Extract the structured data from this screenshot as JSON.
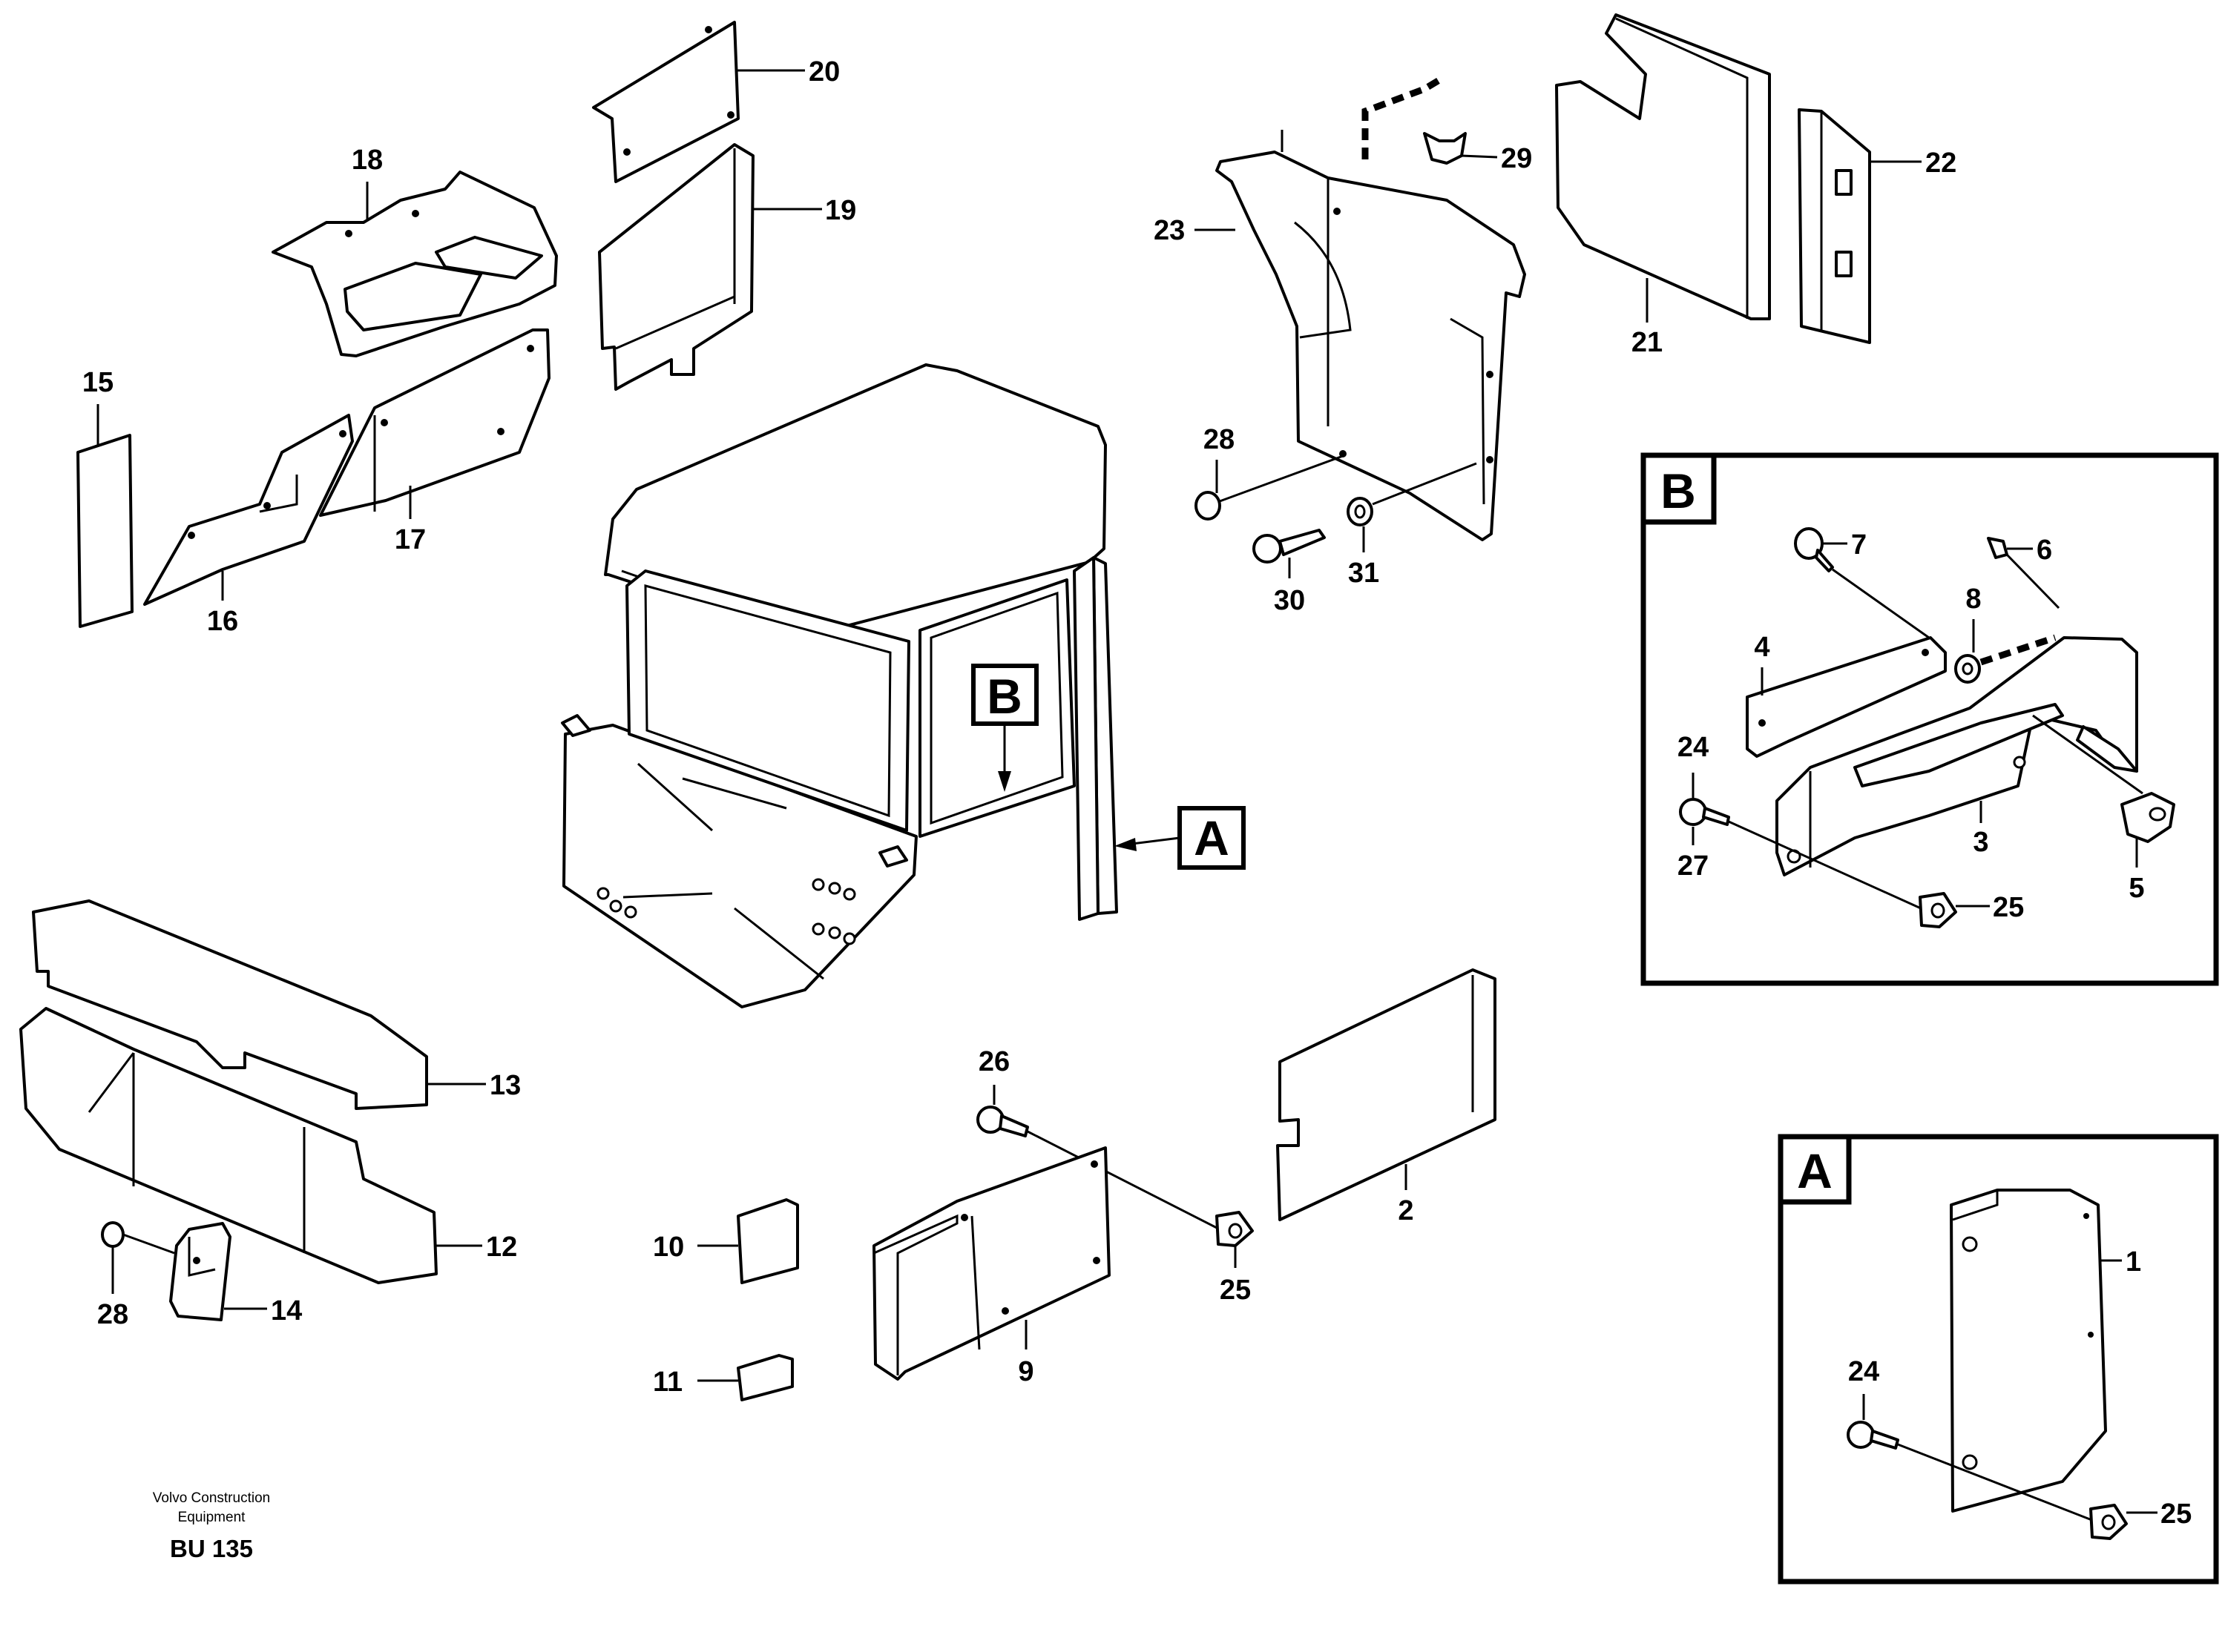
{
  "callouts": {
    "c1": "1",
    "c2": "2",
    "c3": "3",
    "c4": "4",
    "c5": "5",
    "c6": "6",
    "c7": "7",
    "c8": "8",
    "c9": "9",
    "c10": "10",
    "c11": "11",
    "c12": "12",
    "c13": "13",
    "c14": "14",
    "c15": "15",
    "c16": "16",
    "c17": "17",
    "c18": "18",
    "c19": "19",
    "c20": "20",
    "c21": "21",
    "c22": "22",
    "c23": "23",
    "c24": "24",
    "c24a": "24",
    "c25": "25",
    "c25a": "25",
    "c25b": "25",
    "c26": "26",
    "c27": "27",
    "c28": "28",
    "c28a": "28",
    "c29": "29",
    "c30": "30",
    "c31": "31"
  },
  "detail_tags": {
    "a": "A",
    "b": "B"
  },
  "caption": {
    "line1": "Volvo Construction",
    "line2": "Equipment",
    "code": "BU 135"
  }
}
